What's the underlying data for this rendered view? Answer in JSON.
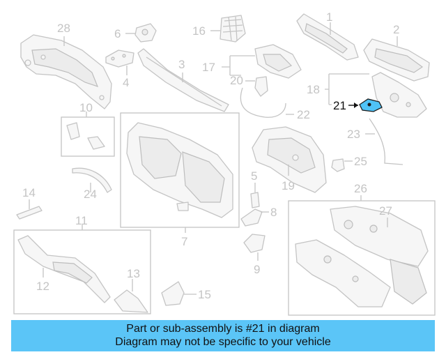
{
  "diagram": {
    "callouts": {
      "c1": "1",
      "c2": "2",
      "c3": "3",
      "c4": "4",
      "c5": "5",
      "c6": "6",
      "c7": "7",
      "c8": "8",
      "c9": "9",
      "c10": "10",
      "c11": "11",
      "c12": "12",
      "c13": "13",
      "c14": "14",
      "c15": "15",
      "c16": "16",
      "c17": "17",
      "c18": "18",
      "c19": "19",
      "c20": "20",
      "c21": "21",
      "c22": "22",
      "c23": "23",
      "c24": "24",
      "c25": "25",
      "c26": "26",
      "c27": "27",
      "c28": "28"
    },
    "highlighted_part": "21",
    "highlight_color": "#4fc3f7"
  },
  "banner": {
    "line1": "Part or sub-assembly is #21 in diagram",
    "line2": "Diagram may not be specific to your vehicle",
    "background": "#5bc5f7"
  }
}
